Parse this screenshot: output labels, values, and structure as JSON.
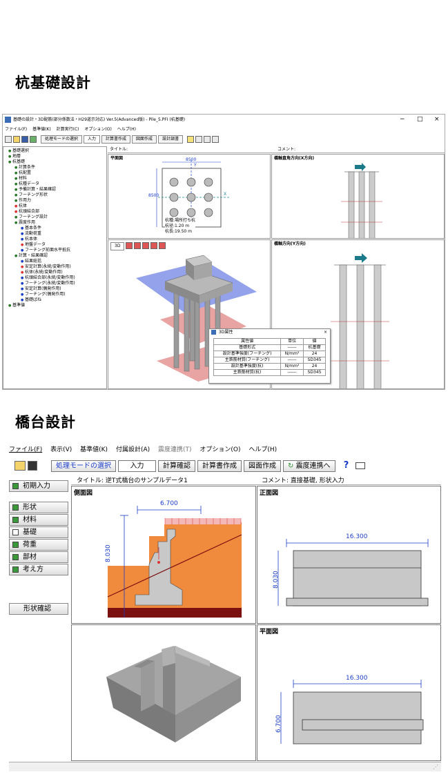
{
  "headings": {
    "pile": "杭基礎設計",
    "abutment": "橋台設計"
  },
  "app1": {
    "window_title": "基礎の設計・3D配筋(部分係数法・H29道示対応) Ver.5(Advanced版) - Pile_5.PFI (杭基礎)",
    "window_controls": [
      "−",
      "□",
      "×"
    ],
    "menu": [
      "ファイル(F)",
      "基準値(K)",
      "計算実行(C)",
      "オプション(O)",
      "ヘルプ(H)"
    ],
    "toolbar": {
      "mode_label": "処理モードの選択",
      "buttons": [
        "入力",
        "計算書作成",
        "図面作成",
        "設計調書"
      ]
    },
    "title_label": "タイトル:",
    "comment_label": "コメント:",
    "tree": [
      "基礎選択",
      "地層",
      "杭基礎",
      "計算条件",
      "杭配置",
      "材料",
      "杭種データ",
      "予備計算・結果確認",
      "フーチング形状",
      "作用力",
      "杭体",
      "杭頭結合部",
      "フーチング設計",
      "震度作用",
      "基本条件",
      "流動荷重",
      "杭本体",
      "地盤データ",
      "フーチング前面水平抵抗",
      "計算・結果確認",
      "結果総括",
      "安定計算(永続/変動作用)",
      "杭体(永続/変動作用)",
      "杭頭結合部(永続/変動作用)",
      "フーチング(永続/変動作用)",
      "安定計算(偶発作用)",
      "フーチング(偶発作用)",
      "基礎ばね",
      "基準値"
    ],
    "plan": {
      "title": "平面図",
      "width_dim": "8500",
      "height_dim": "8500",
      "axis_y": "Y",
      "axis_x": "X",
      "pile_type": "杭種:場所打ち杭",
      "pile_dia": "杭径:1.20 m",
      "pile_len": "杭長:19.50 m"
    },
    "xdir_title": "橋軸直角方向(X方向)",
    "ydir_title": "橋軸方向(Y方向)",
    "btn3d": "3D",
    "props": {
      "title": "3D属性",
      "headers": [
        "属性値",
        "単位",
        "値"
      ],
      "rows": [
        [
          "基礎形式",
          "------",
          "杭基礎"
        ],
        [
          "設計基準強度(フーチング)",
          "N/mm²",
          "24"
        ],
        [
          "主鉄筋材質(フーチング)",
          "------",
          "SD345"
        ],
        [
          "設計基準強度(杭)",
          "N/mm²",
          "24"
        ],
        [
          "主鉄筋材質(杭)",
          "------",
          "SD345"
        ]
      ]
    }
  },
  "app2": {
    "menu": [
      "ファイル(F)",
      "表示(V)",
      "基準値(K)",
      "付属設計(A)",
      "震度連携(T)",
      "オプション(O)",
      "ヘルプ(H)"
    ],
    "toolbar": {
      "mode_label": "処理モードの選択",
      "buttons": [
        "入力",
        "計算確認",
        "計算書作成",
        "図面作成"
      ],
      "link_button": "震度連携へ"
    },
    "title_text": "タイトル: 逆T式橋台のサンプルデータ1",
    "comment_text": "コメント: 直接基礎, 形状入力",
    "side": {
      "initial": "初期入力",
      "items": [
        "形状",
        "材料",
        "基礎",
        "荷重",
        "部材",
        "考え方"
      ],
      "check": "形状確認"
    },
    "side_view": {
      "title": "側面図",
      "width_dim": "6.700",
      "height_dim": "8.030"
    },
    "front_view": {
      "title": "正面図",
      "width_dim": "16.300",
      "height_dim": "8.030"
    },
    "plan_view": {
      "title": "平面図",
      "width_dim": "16.300",
      "height_dim": "6.700"
    }
  }
}
